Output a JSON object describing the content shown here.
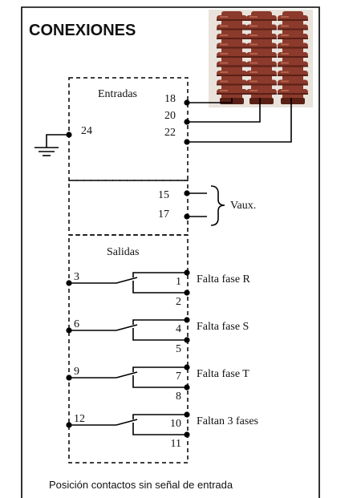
{
  "title": "CONEXIONES",
  "footer": "Posición contactos sin señal de entrada",
  "inputs": {
    "label": "Entradas",
    "terminals": [
      "18",
      "20",
      "22"
    ],
    "ground_terminal": "24"
  },
  "vaux": {
    "label": "Vaux.",
    "terminals": [
      "15",
      "17"
    ]
  },
  "outputs": {
    "label": "Salidas",
    "contacts": [
      {
        "common": "3",
        "no": "1",
        "nc": "2",
        "label": "Falta fase R"
      },
      {
        "common": "6",
        "no": "4",
        "nc": "5",
        "label": "Falta fase S"
      },
      {
        "common": "9",
        "no": "7",
        "nc": "8",
        "label": "Falta fase T"
      },
      {
        "common": "12",
        "no": "10",
        "nc": "11",
        "label": "Faltan 3 fases"
      }
    ]
  },
  "colors": {
    "insulator_body": "#8b3a2c",
    "insulator_shadow": "#5a2016",
    "insulator_highlight": "#b6604a",
    "insulator_background": "#e9e3dc"
  }
}
